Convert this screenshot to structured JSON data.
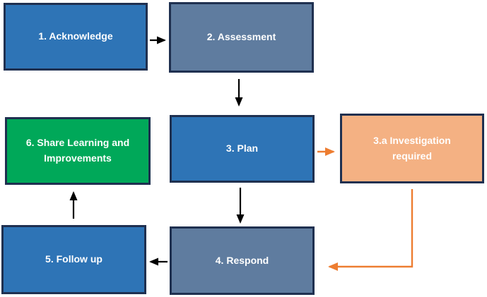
{
  "diagram": {
    "type": "flowchart",
    "boxes": [
      {
        "id": "acknowledge",
        "label": "1. Acknowledge",
        "fill": "#2E74B6"
      },
      {
        "id": "assessment",
        "label": "2. Assessment",
        "fill": "#5F7C9F"
      },
      {
        "id": "plan",
        "label": "3. Plan",
        "fill": "#2E74B6"
      },
      {
        "id": "investigation",
        "label": "3.a Investigation required",
        "fill": "#F4B183"
      },
      {
        "id": "respond",
        "label": "4. Respond",
        "fill": "#5F7C9F"
      },
      {
        "id": "followup",
        "label": "5. Follow up",
        "fill": "#2E74B6"
      },
      {
        "id": "share",
        "label": "6. Share Learning and Improvements",
        "fill": "#00A859"
      }
    ],
    "connections": [
      {
        "from": "1. Acknowledge",
        "to": "2. Assessment",
        "color": "black"
      },
      {
        "from": "2. Assessment",
        "to": "3. Plan",
        "color": "black"
      },
      {
        "from": "3. Plan",
        "to": "3.a Investigation required",
        "color": "orange"
      },
      {
        "from": "3. Plan",
        "to": "4. Respond",
        "color": "black"
      },
      {
        "from": "3.a Investigation required",
        "to": "4. Respond",
        "color": "orange"
      },
      {
        "from": "4. Respond",
        "to": "5. Follow up",
        "color": "black"
      },
      {
        "from": "5. Follow up",
        "to": "6. Share Learning and Improvements",
        "color": "black"
      }
    ],
    "colors": {
      "background": "#FFFFFF",
      "border": "#1F3050",
      "text": "#FFFFFF",
      "arrow_black": "#000000",
      "arrow_orange": "#ED7D31",
      "blue": "#2E74B6",
      "slate_blue": "#5F7C9F",
      "green": "#00A859",
      "peach": "#F4B183"
    }
  }
}
